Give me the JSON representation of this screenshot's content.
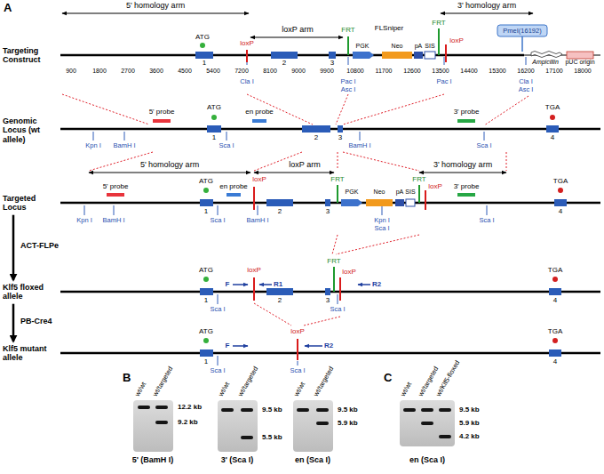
{
  "diagram": {
    "nodes": [
      {
        "text": [
          "Targeting Construct"
        ]
      },
      {
        "text": [
          "Genomic Locus (wt allele)"
        ]
      },
      {
        "text": [
          "Targeted Locus"
        ]
      },
      {
        "text": [
          "Klf5 floxed allele"
        ]
      },
      {
        "text": [
          "Klf5 mutant allele"
        ]
      }
    ],
    "edges": [
      {
        "from": 2,
        "to": 3,
        "arrow": "to",
        "label": "ACT-FLPe"
      },
      {
        "from": 3,
        "to": 4,
        "arrow": "to",
        "label": "PB-Cre4"
      }
    ],
    "labels": [
      "A",
      "5' homology arm",
      "loxP arm",
      "3' homology arm",
      "ATG",
      "1",
      "loxP",
      "2",
      "3",
      "FRT",
      "FLSniper",
      "PGK",
      "Neo",
      "pA",
      "SIS",
      "FRT",
      "loxP",
      "PmeI(16192)",
      "Ampicillin",
      "pUC origin",
      "900",
      "1800",
      "2700",
      "3600",
      "4500",
      "5400",
      "7200",
      "8100",
      "9000",
      "9900",
      "10800",
      "11700",
      "12600",
      "13500",
      "14400",
      "15300",
      "16200",
      "17100",
      "18000",
      "Cla I",
      "Pac I",
      "Asc I",
      "Pac I",
      "Cla I",
      "Asc I",
      "5' probe",
      "ATG",
      "1",
      "en probe",
      "2",
      "3",
      "3' probe",
      "TGA",
      "4",
      "Kpn I",
      "BamH I",
      "Sca I",
      "BamH I",
      "Sca I",
      "5' homology arm",
      "loxP arm",
      "3' homology arm",
      "5' probe",
      "ATG",
      "1",
      "en probe",
      "loxP",
      "2",
      "3",
      "FRT",
      "PGK",
      "Neo",
      "pA",
      "SIS",
      "FRT",
      "loxP",
      "3' probe",
      "TGA",
      "4",
      "Kpn I",
      "BamH I",
      "Sca I",
      "BamH I",
      "Kpn I",
      "Sca I",
      "Sca I",
      "ATG",
      "1",
      "loxP",
      "F",
      "R1",
      "2",
      "3",
      "FRT",
      "loxP",
      "R2",
      "TGA",
      "4",
      "Sca I",
      "Sca I",
      "ATG",
      "1",
      "F",
      "loxP",
      "R2",
      "TGA",
      "4",
      "Sca I",
      "Sca I",
      "B",
      "wt/wt",
      "wt/targeted",
      "12.2 kb",
      "9.2 kb",
      "5' (BamH I)",
      "wt/wt",
      "wt/targeted",
      "9.5 kb",
      "5.5 kb",
      "3' (Sca I)",
      "wt/wt",
      "wt/targeted",
      "9.5 kb",
      "5.9 kb",
      "en (Sca I)",
      "C",
      "wt/wt",
      "wt/targeted",
      "wt/Klf5-floxed",
      "9.5 kb",
      "5.9 kb",
      "4.2 kb",
      "en (Sca I)"
    ]
  }
}
